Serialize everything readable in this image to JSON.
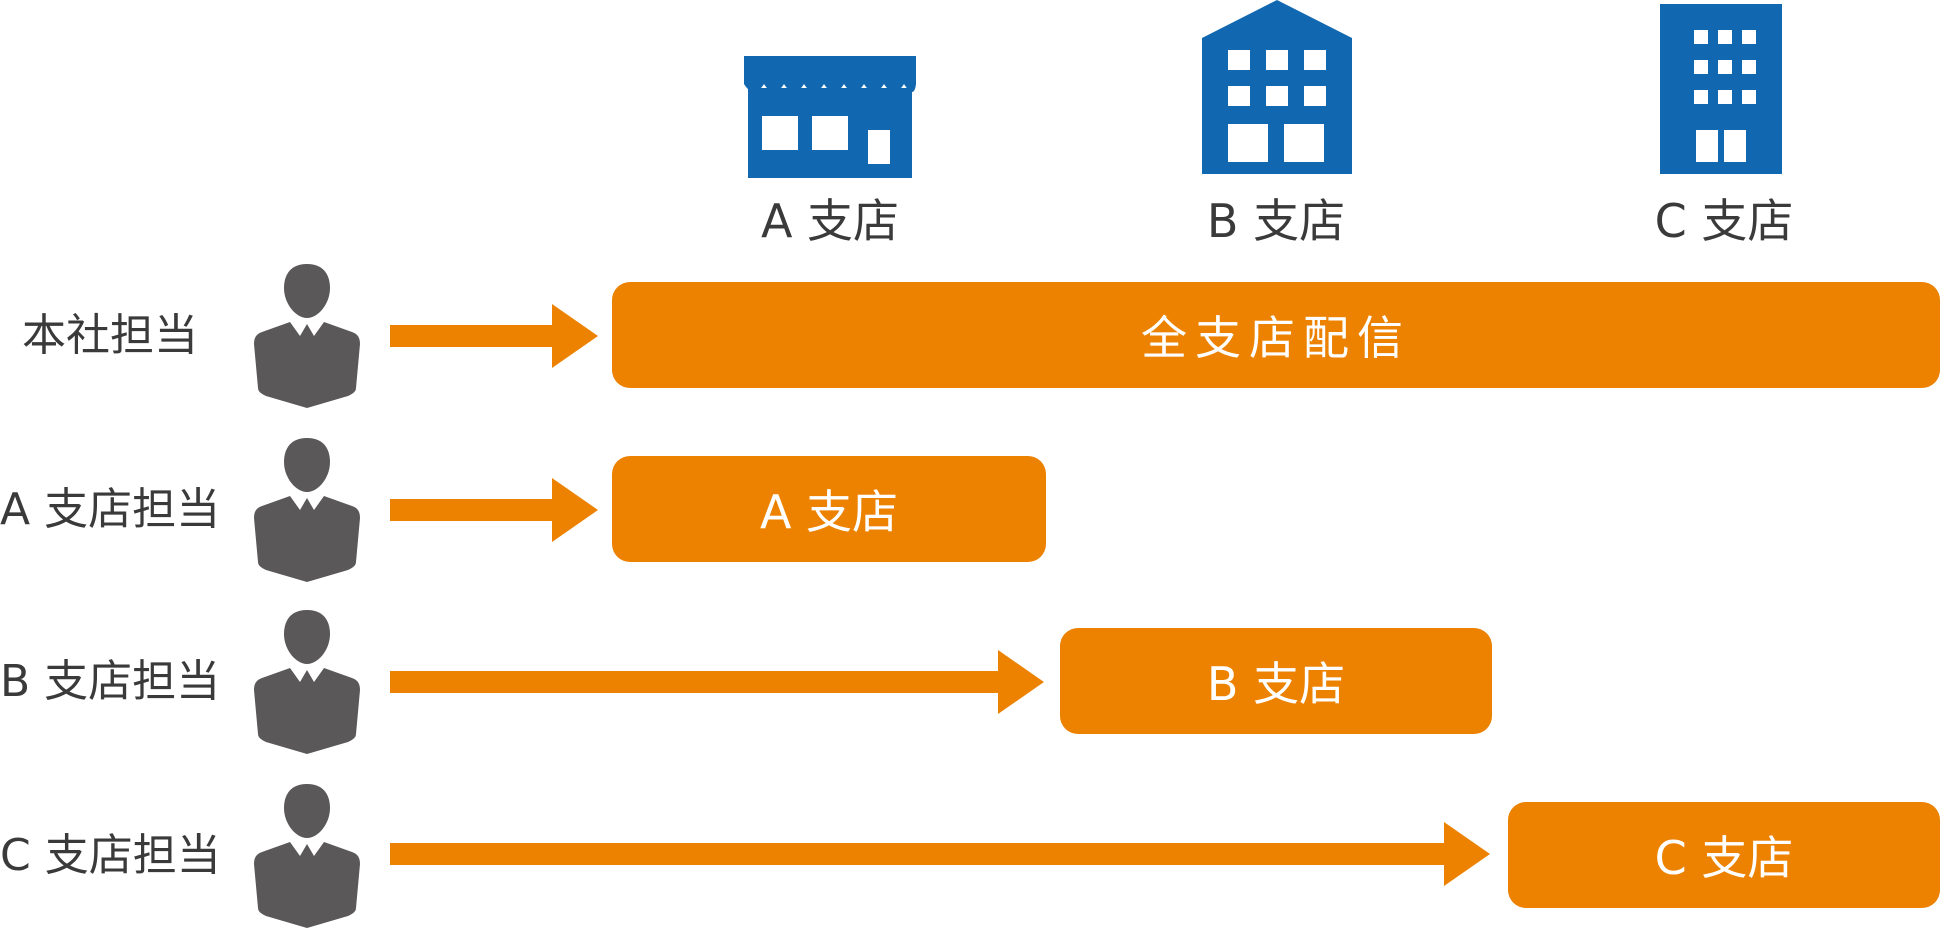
{
  "branches": [
    {
      "label": "A 支店",
      "icon": "storefront-icon"
    },
    {
      "label": "B 支店",
      "icon": "office-building-icon"
    },
    {
      "label": "C 支店",
      "icon": "tall-building-icon"
    }
  ],
  "rows": [
    {
      "role": "本社担当",
      "target": "全支店配信"
    },
    {
      "role": "A 支店担当",
      "target": "A 支店"
    },
    {
      "role": "B 支店担当",
      "target": "B 支店"
    },
    {
      "role": "C 支店担当",
      "target": "C 支店"
    }
  ],
  "colors": {
    "building_blue": "#1268b0",
    "bar_orange": "#ec8200",
    "person_gray": "#5a5859",
    "label_text": "#3a3a3a"
  },
  "icons": {
    "person": "person-icon",
    "arrow": "arrow-right-icon"
  }
}
